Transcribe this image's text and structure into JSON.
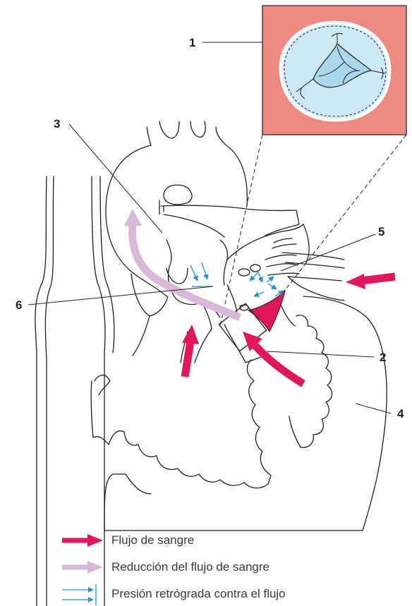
{
  "callouts": [
    {
      "id": "1",
      "text": "1"
    },
    {
      "id": "2",
      "text": "2"
    },
    {
      "id": "3",
      "text": "3"
    },
    {
      "id": "4",
      "text": "4"
    },
    {
      "id": "5",
      "text": "5"
    },
    {
      "id": "6",
      "text": "6"
    }
  ],
  "legend": {
    "blood_flow": "Flujo de sangre",
    "reduced_flow": "Reducción del flujo de sangre",
    "back_pressure": "Presión retrógrada contra el flujo"
  },
  "colors": {
    "blood_flow": "#e2175a",
    "reduced_flow": "#d9b8d8",
    "back_pressure": "#2a8fd0",
    "inset_background": "#ef8a80",
    "valve_fill": "#cde9f5"
  }
}
